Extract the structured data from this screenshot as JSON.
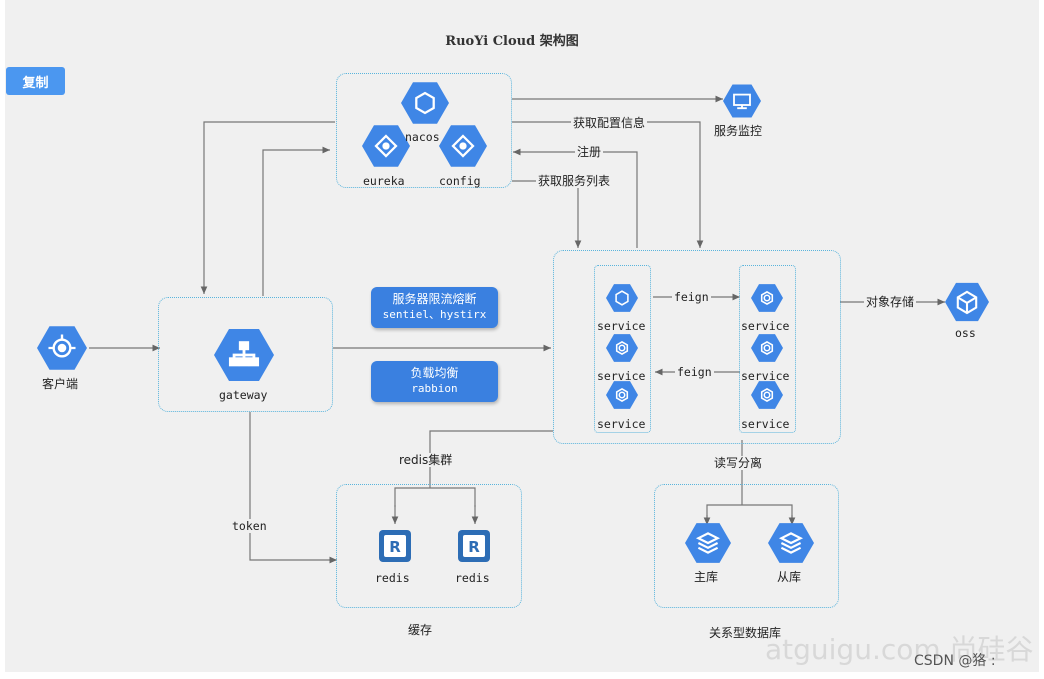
{
  "title": "RuoYi Cloud 架构图",
  "copy_button": "复制",
  "nodes": {
    "nacos": "nacos",
    "eureka": "eureka",
    "config": "config",
    "monitor": "服务监控",
    "client": "客户端",
    "gateway": "gateway",
    "service": "service",
    "oss": "oss",
    "redis": "redis",
    "master_db": "主库",
    "slave_db": "从库"
  },
  "edge_labels": {
    "get_config": "获取配置信息",
    "register": "注册",
    "get_service_list": "获取服务列表",
    "feign": "feign",
    "object_storage": "对象存储",
    "redis_cluster": "redis集群",
    "token": "token",
    "read_write_split": "读写分离"
  },
  "pills": {
    "rate_limit_title": "服务器限流熔断",
    "rate_limit_sub": "sentiel、hystirx",
    "load_balance_title": "负载均衡",
    "load_balance_sub": "rabbion"
  },
  "groups": {
    "cache": "缓存",
    "relational_db": "关系型数据库"
  },
  "watermark": "atguigu.com 尚硅谷",
  "csdn_mark": "CSDN @狢 :"
}
